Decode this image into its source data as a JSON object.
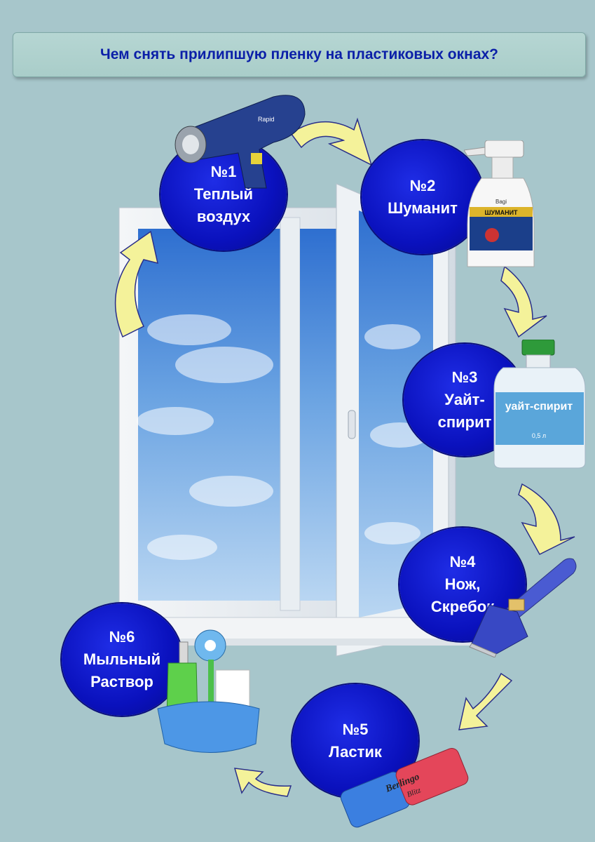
{
  "title": "Чем снять прилипшую пленку на пластиковых окнах?",
  "steps": [
    {
      "num": "№1",
      "lines": [
        "Теплый",
        "воздух"
      ]
    },
    {
      "num": "№2",
      "lines": [
        "Шуманит"
      ]
    },
    {
      "num": "№3",
      "lines": [
        "Уайт-",
        "спирит"
      ]
    },
    {
      "num": "№4",
      "lines": [
        "Нож,",
        "Скребок"
      ]
    },
    {
      "num": "№5",
      "lines": [
        "Ластик"
      ]
    },
    {
      "num": "№6",
      "lines": [
        "Мыльный",
        "Раствор"
      ]
    }
  ],
  "labels": {
    "heatgun_brand": "Rapid",
    "spray_brand": "Bagi",
    "spray_name": "ШУМАНИТ",
    "bottle_name": "уайт-спирит",
    "bottle_volume": "0,5 л",
    "eraser_brand": "Berlingo",
    "eraser_model": "Blitz"
  },
  "colors": {
    "background": "#a7c6cb",
    "circle": "#0a14c8",
    "arrow": "#f4f29a",
    "title_text": "#0b1fa8"
  }
}
